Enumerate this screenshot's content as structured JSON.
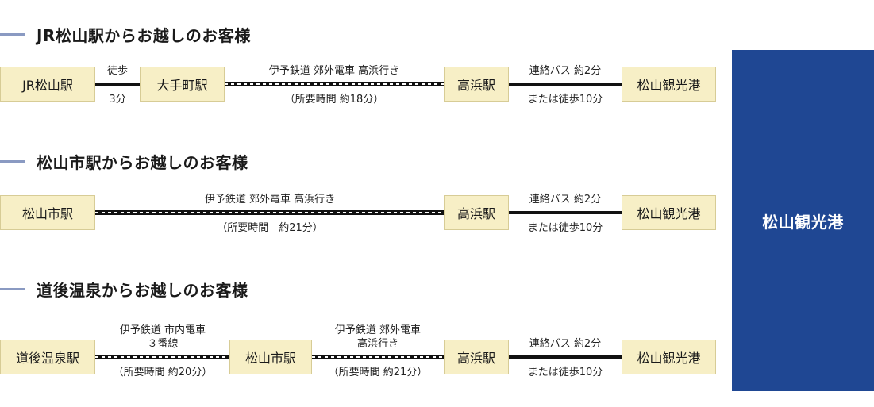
{
  "destination": "松山観光港",
  "routes": [
    {
      "title": "JR松山駅からお越しのお客様",
      "stations": [
        "JR松山駅",
        "大手町駅",
        "高浜駅",
        "松山観光港"
      ],
      "segments": [
        {
          "above": "徒歩",
          "below": "3分"
        },
        {
          "above": "伊予鉄道 郊外電車 高浜行き",
          "below": "（所要時間 約18分）"
        },
        {
          "above": "連絡バス 約2分",
          "below": "または徒歩10分"
        }
      ]
    },
    {
      "title": "松山市駅からお越しのお客様",
      "stations": [
        "松山市駅",
        "高浜駅",
        "松山観光港"
      ],
      "segments": [
        {
          "above": "伊予鉄道 郊外電車 高浜行き",
          "below": "（所要時間　約21分）"
        },
        {
          "above": "連絡バス 約2分",
          "below": "または徒歩10分"
        }
      ]
    },
    {
      "title": "道後温泉からお越しのお客様",
      "stations": [
        "道後温泉駅",
        "松山市駅",
        "高浜駅",
        "松山観光港"
      ],
      "segments": [
        {
          "above_1": "伊予鉄道 市内電車",
          "above_2": "３番線",
          "below": "（所要時間 約20分）"
        },
        {
          "above_1": "伊予鉄道 郊外電車",
          "above_2": "高浜行き",
          "below": "（所要時間 約21分）"
        },
        {
          "above": "連絡バス 約2分",
          "below": "または徒歩10分"
        }
      ]
    }
  ]
}
